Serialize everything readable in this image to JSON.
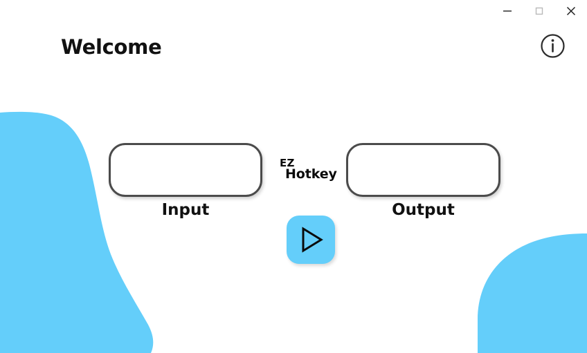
{
  "window": {
    "title_bar": {
      "minimize_label": "Minimize",
      "maximize_label": "Maximize",
      "close_label": "Close"
    }
  },
  "header": {
    "title": "Welcome",
    "info_label": "About"
  },
  "brand": {
    "line1": "EZ",
    "line2": "Hotkey"
  },
  "main": {
    "input": {
      "label": "Input",
      "value": "",
      "placeholder": ""
    },
    "output": {
      "label": "Output",
      "value": "",
      "placeholder": ""
    },
    "play_label": "Start"
  },
  "colors": {
    "accent_blue": "#64CEFA",
    "field_border": "#4b4b4b",
    "text": "#111111",
    "background": "#ffffff"
  }
}
